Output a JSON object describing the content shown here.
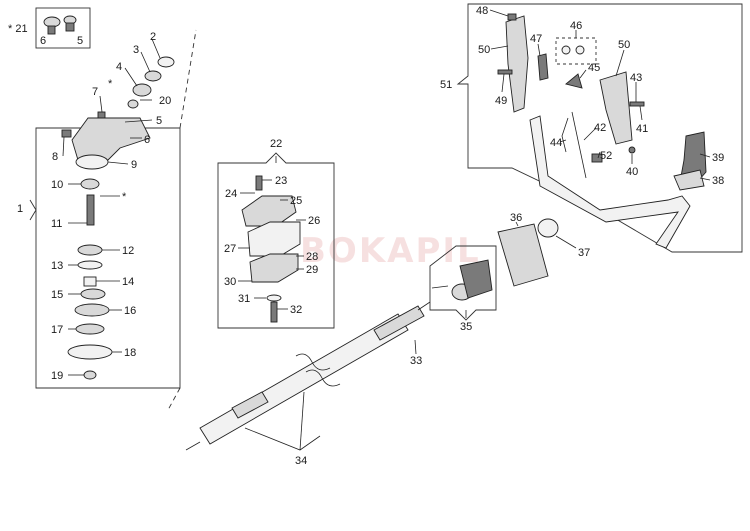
{
  "watermark": "BOKAPIL",
  "labels": {
    "l1": "1",
    "l2": "2",
    "l3": "3",
    "l4": "4",
    "l5a": "5",
    "l5b": "5",
    "l6a": "6",
    "l6b": "6",
    "l7": "7",
    "l8": "8",
    "l9": "9",
    "l10": "10",
    "l11": "11",
    "l12": "12",
    "l13": "13",
    "l14": "14",
    "l15": "15",
    "l16": "16",
    "l17": "17",
    "l18": "18",
    "l19": "19",
    "l20": "20",
    "l21": "* 21",
    "l22": "22",
    "l23": "23",
    "l24": "24",
    "l25": "25",
    "l26": "26",
    "l27": "27",
    "l28": "28",
    "l29": "29",
    "l30": "30",
    "l31": "31",
    "l32": "32",
    "l33": "33",
    "l34": "34",
    "l35": "35",
    "l36": "36",
    "l37": "37",
    "l38": "38",
    "l39": "39",
    "l40": "40",
    "l41": "41",
    "l42": "42",
    "l43": "43",
    "l44": "44",
    "l45": "45",
    "l46": "46",
    "l47": "47",
    "l48": "48",
    "l49": "49",
    "l50a": "50",
    "l50b": "50",
    "l51": "51",
    "l52": "52",
    "star1": "*",
    "star2": "*"
  }
}
